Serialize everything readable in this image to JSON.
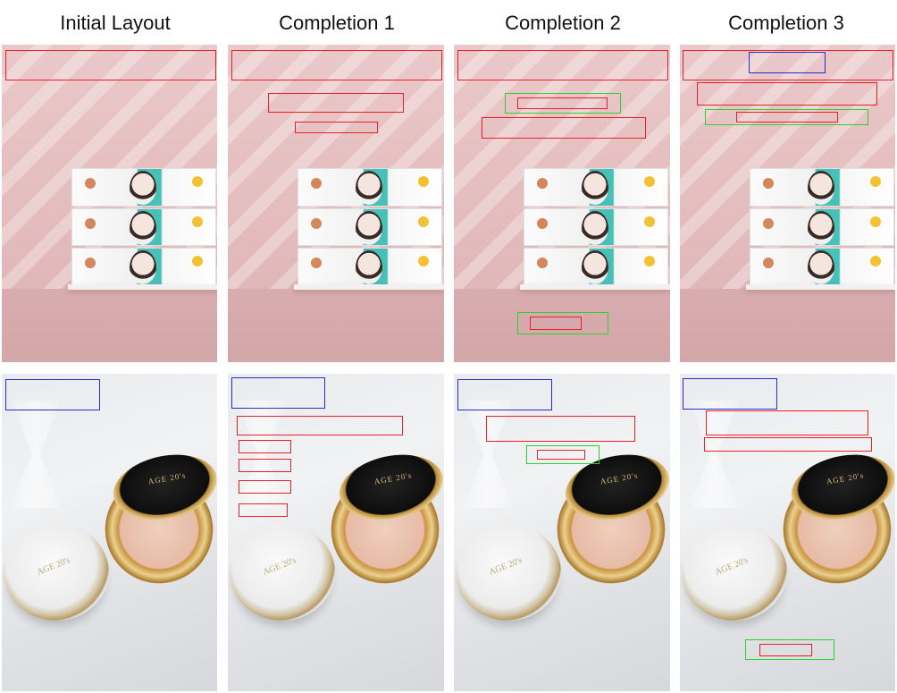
{
  "headers": [
    "Initial Layout",
    "Completion 1",
    "Completion 2",
    "Completion 3"
  ],
  "colors": {
    "red": "#e8202a",
    "blue": "#2a2ad0",
    "green": "#2dd22d"
  },
  "scene_text": {
    "compact_logo": "AGE 20's"
  },
  "legend_items": []
}
